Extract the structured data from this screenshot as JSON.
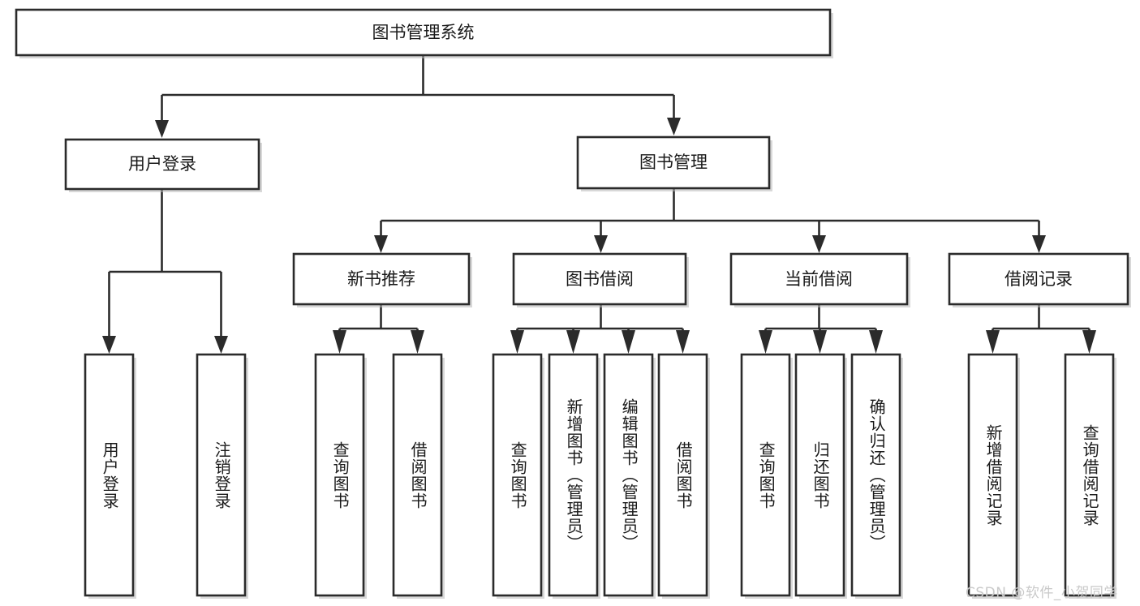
{
  "diagram": {
    "title": "图书管理系统",
    "type": "tree-hierarchy-chart",
    "root": {
      "id": "root",
      "label": "图书管理系统",
      "orientation": "horizontal"
    },
    "level1": [
      {
        "id": "user-login",
        "label": "用户登录",
        "orientation": "horizontal"
      },
      {
        "id": "book-manage",
        "label": "图书管理",
        "orientation": "horizontal"
      }
    ],
    "level2": [
      {
        "id": "new-book-rec",
        "label": "新书推荐",
        "orientation": "horizontal"
      },
      {
        "id": "book-borrow",
        "label": "图书借阅",
        "orientation": "horizontal"
      },
      {
        "id": "current-borrow",
        "label": "当前借阅",
        "orientation": "horizontal"
      },
      {
        "id": "borrow-record",
        "label": "借阅记录",
        "orientation": "horizontal"
      }
    ],
    "leaves": [
      {
        "id": "leaf-user-login",
        "label": "用户登录",
        "parent": "user-login",
        "orientation": "vertical"
      },
      {
        "id": "leaf-logout",
        "label": "注销登录",
        "parent": "user-login",
        "orientation": "vertical"
      },
      {
        "id": "leaf-query-book-1",
        "label": "查询图书",
        "parent": "new-book-rec",
        "orientation": "vertical"
      },
      {
        "id": "leaf-borrow-book-1",
        "label": "借阅图书",
        "parent": "new-book-rec",
        "orientation": "vertical"
      },
      {
        "id": "leaf-query-book-2",
        "label": "查询图书",
        "parent": "book-borrow",
        "orientation": "vertical"
      },
      {
        "id": "leaf-add-book",
        "label": "新增图书（管理员）",
        "parent": "book-borrow",
        "orientation": "vertical"
      },
      {
        "id": "leaf-edit-book",
        "label": "编辑图书（管理员）",
        "parent": "book-borrow",
        "orientation": "vertical"
      },
      {
        "id": "leaf-borrow-book-2",
        "label": "借阅图书",
        "parent": "book-borrow",
        "orientation": "vertical"
      },
      {
        "id": "leaf-query-book-3",
        "label": "查询图书",
        "parent": "current-borrow",
        "orientation": "vertical"
      },
      {
        "id": "leaf-return-book",
        "label": "归还图书",
        "parent": "current-borrow",
        "orientation": "vertical"
      },
      {
        "id": "leaf-confirm-return",
        "label": "确认归还（管理员）",
        "parent": "current-borrow",
        "orientation": "vertical"
      },
      {
        "id": "leaf-add-record",
        "label": "新增借阅记录",
        "parent": "borrow-record",
        "orientation": "vertical"
      },
      {
        "id": "leaf-query-record",
        "label": "查询借阅记录",
        "parent": "borrow-record",
        "orientation": "vertical"
      }
    ],
    "colors": {
      "stroke": "#2b2b2b",
      "fill": "#ffffff",
      "text": "#1a1a1a",
      "background": "#ffffff",
      "watermark": "#c9c9c9"
    }
  },
  "watermark": {
    "text": "CSDN @软件_小贺同学"
  }
}
